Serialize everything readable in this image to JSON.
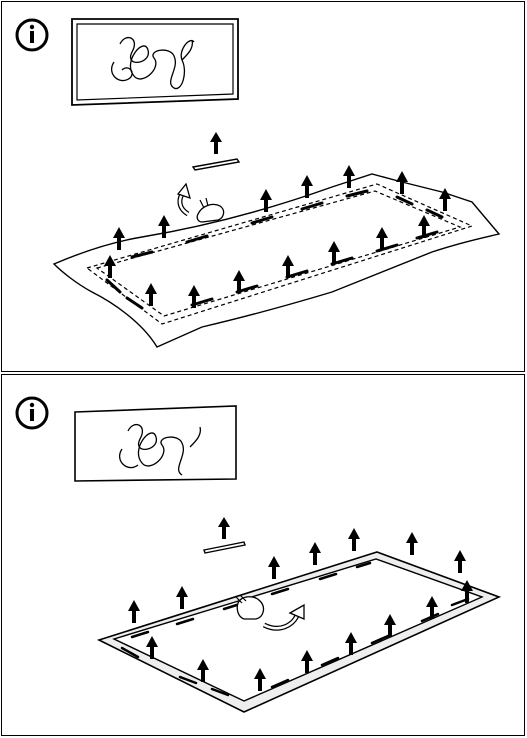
{
  "steps": [
    {
      "info_icon": "info-icon",
      "artwork_style": "framed-canvas",
      "action": "lift-frame-from-wrapping"
    },
    {
      "info_icon": "info-icon",
      "artwork_style": "unframed-canvas",
      "action": "lift-frame-from-canvas"
    }
  ],
  "colors": {
    "line": "#000000",
    "background": "#ffffff",
    "frame_fill": "#eeeeee"
  },
  "icons": [
    "info-icon",
    "arrow-up-icon",
    "hand-icon",
    "curved-arrow-icon"
  ]
}
